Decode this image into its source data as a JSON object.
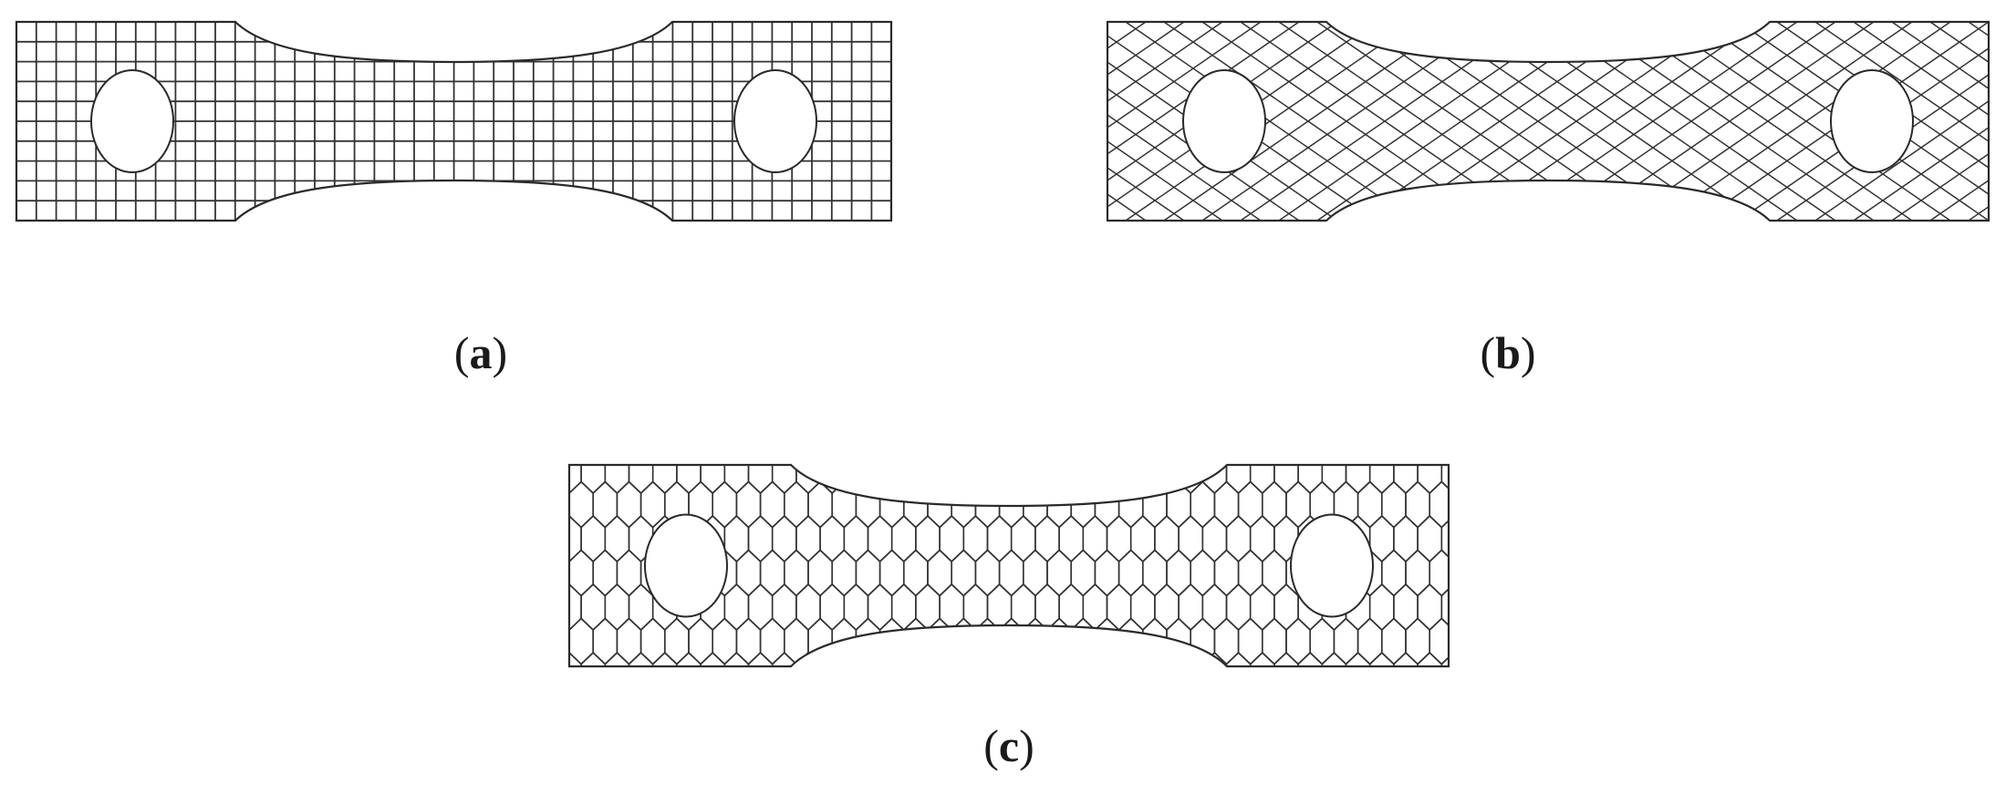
{
  "figure": {
    "panels": [
      {
        "id": "a",
        "label_open": "(",
        "label_letter": "a",
        "label_close": ")",
        "infill_pattern": "grid"
      },
      {
        "id": "b",
        "label_open": "(",
        "label_letter": "b",
        "label_close": ")",
        "infill_pattern": "diagonal-lattice"
      },
      {
        "id": "c",
        "label_open": "(",
        "label_letter": "c",
        "label_close": ")",
        "infill_pattern": "hexagonal-honeycomb"
      }
    ],
    "colors": {
      "outline": "#2a2a2a",
      "infill": "#333333",
      "background": "#ffffff"
    }
  }
}
